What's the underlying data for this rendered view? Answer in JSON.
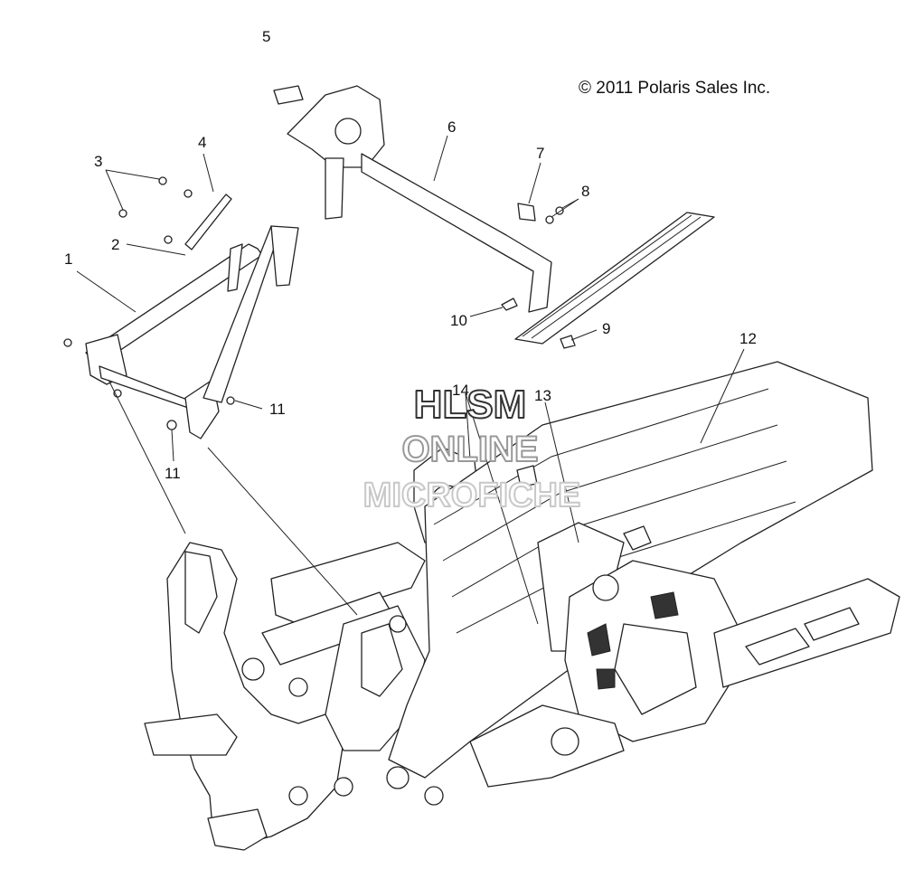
{
  "copyright": "© 2011 Polaris Sales Inc.",
  "watermark": {
    "line1": "HLSM",
    "line2": "ONLINE",
    "line3": "MICROFICHE"
  },
  "callouts": [
    {
      "id": "c1",
      "label": "1"
    },
    {
      "id": "c2",
      "label": "2"
    },
    {
      "id": "c3",
      "label": "3"
    },
    {
      "id": "c4",
      "label": "4"
    },
    {
      "id": "c5",
      "label": "5"
    },
    {
      "id": "c6",
      "label": "6"
    },
    {
      "id": "c7",
      "label": "7"
    },
    {
      "id": "c8",
      "label": "8"
    },
    {
      "id": "c9",
      "label": "9"
    },
    {
      "id": "c10",
      "label": "10"
    },
    {
      "id": "c11a",
      "label": "11"
    },
    {
      "id": "c11b",
      "label": "11"
    },
    {
      "id": "c12",
      "label": "12"
    },
    {
      "id": "c13",
      "label": "13"
    },
    {
      "id": "c14",
      "label": "14"
    }
  ],
  "colors": {
    "line": "#222222",
    "background": "#ffffff",
    "watermark_stroke": "#888888"
  }
}
